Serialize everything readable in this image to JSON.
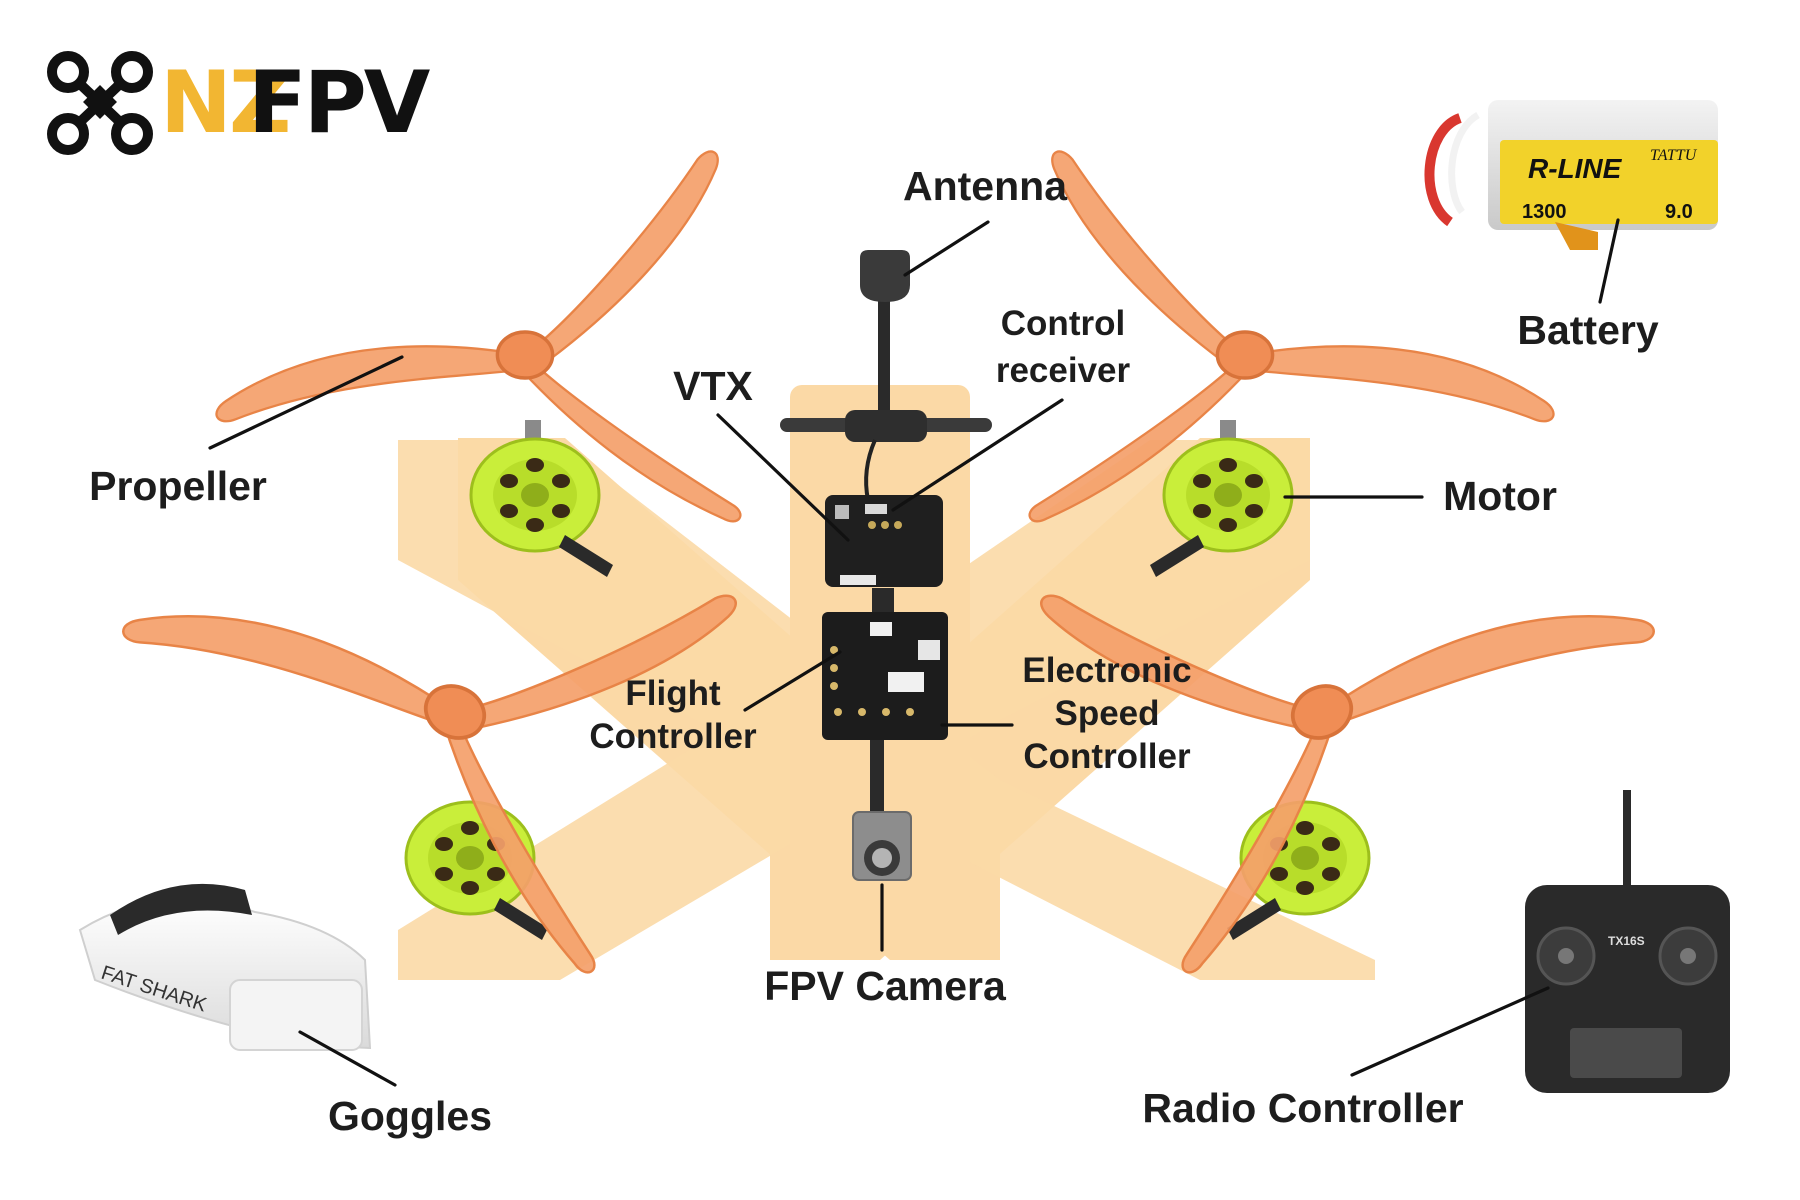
{
  "logo": {
    "prefix": "NZ",
    "suffix": "FPV"
  },
  "labels": {
    "antenna": "Antenna",
    "vtx": "VTX",
    "control_receiver": [
      "Control",
      "receiver"
    ],
    "battery": "Battery",
    "propeller": "Propeller",
    "motor": "Motor",
    "flight_controller": [
      "Flight",
      "Controller"
    ],
    "esc": [
      "Electronic",
      "Speed",
      "Controller"
    ],
    "fpv_camera": "FPV Camera",
    "goggles": "Goggles",
    "radio_controller": "Radio Controller"
  },
  "product_text": {
    "battery_brand": "R-LINE",
    "battery_sub": "TATTU",
    "battery_capacity": "1300",
    "battery_version": "9.0",
    "goggles_brand": "FAT SHARK",
    "radio_model": "TX16S"
  },
  "colors": {
    "frame": "#fbd9a6",
    "propeller": "#f4a06a",
    "propeller_edge": "#e88447",
    "motor": "#c9ee3a",
    "electronics": "#1f1f1f",
    "logo_accent": "#f2b632",
    "text": "#1d1d1d"
  }
}
